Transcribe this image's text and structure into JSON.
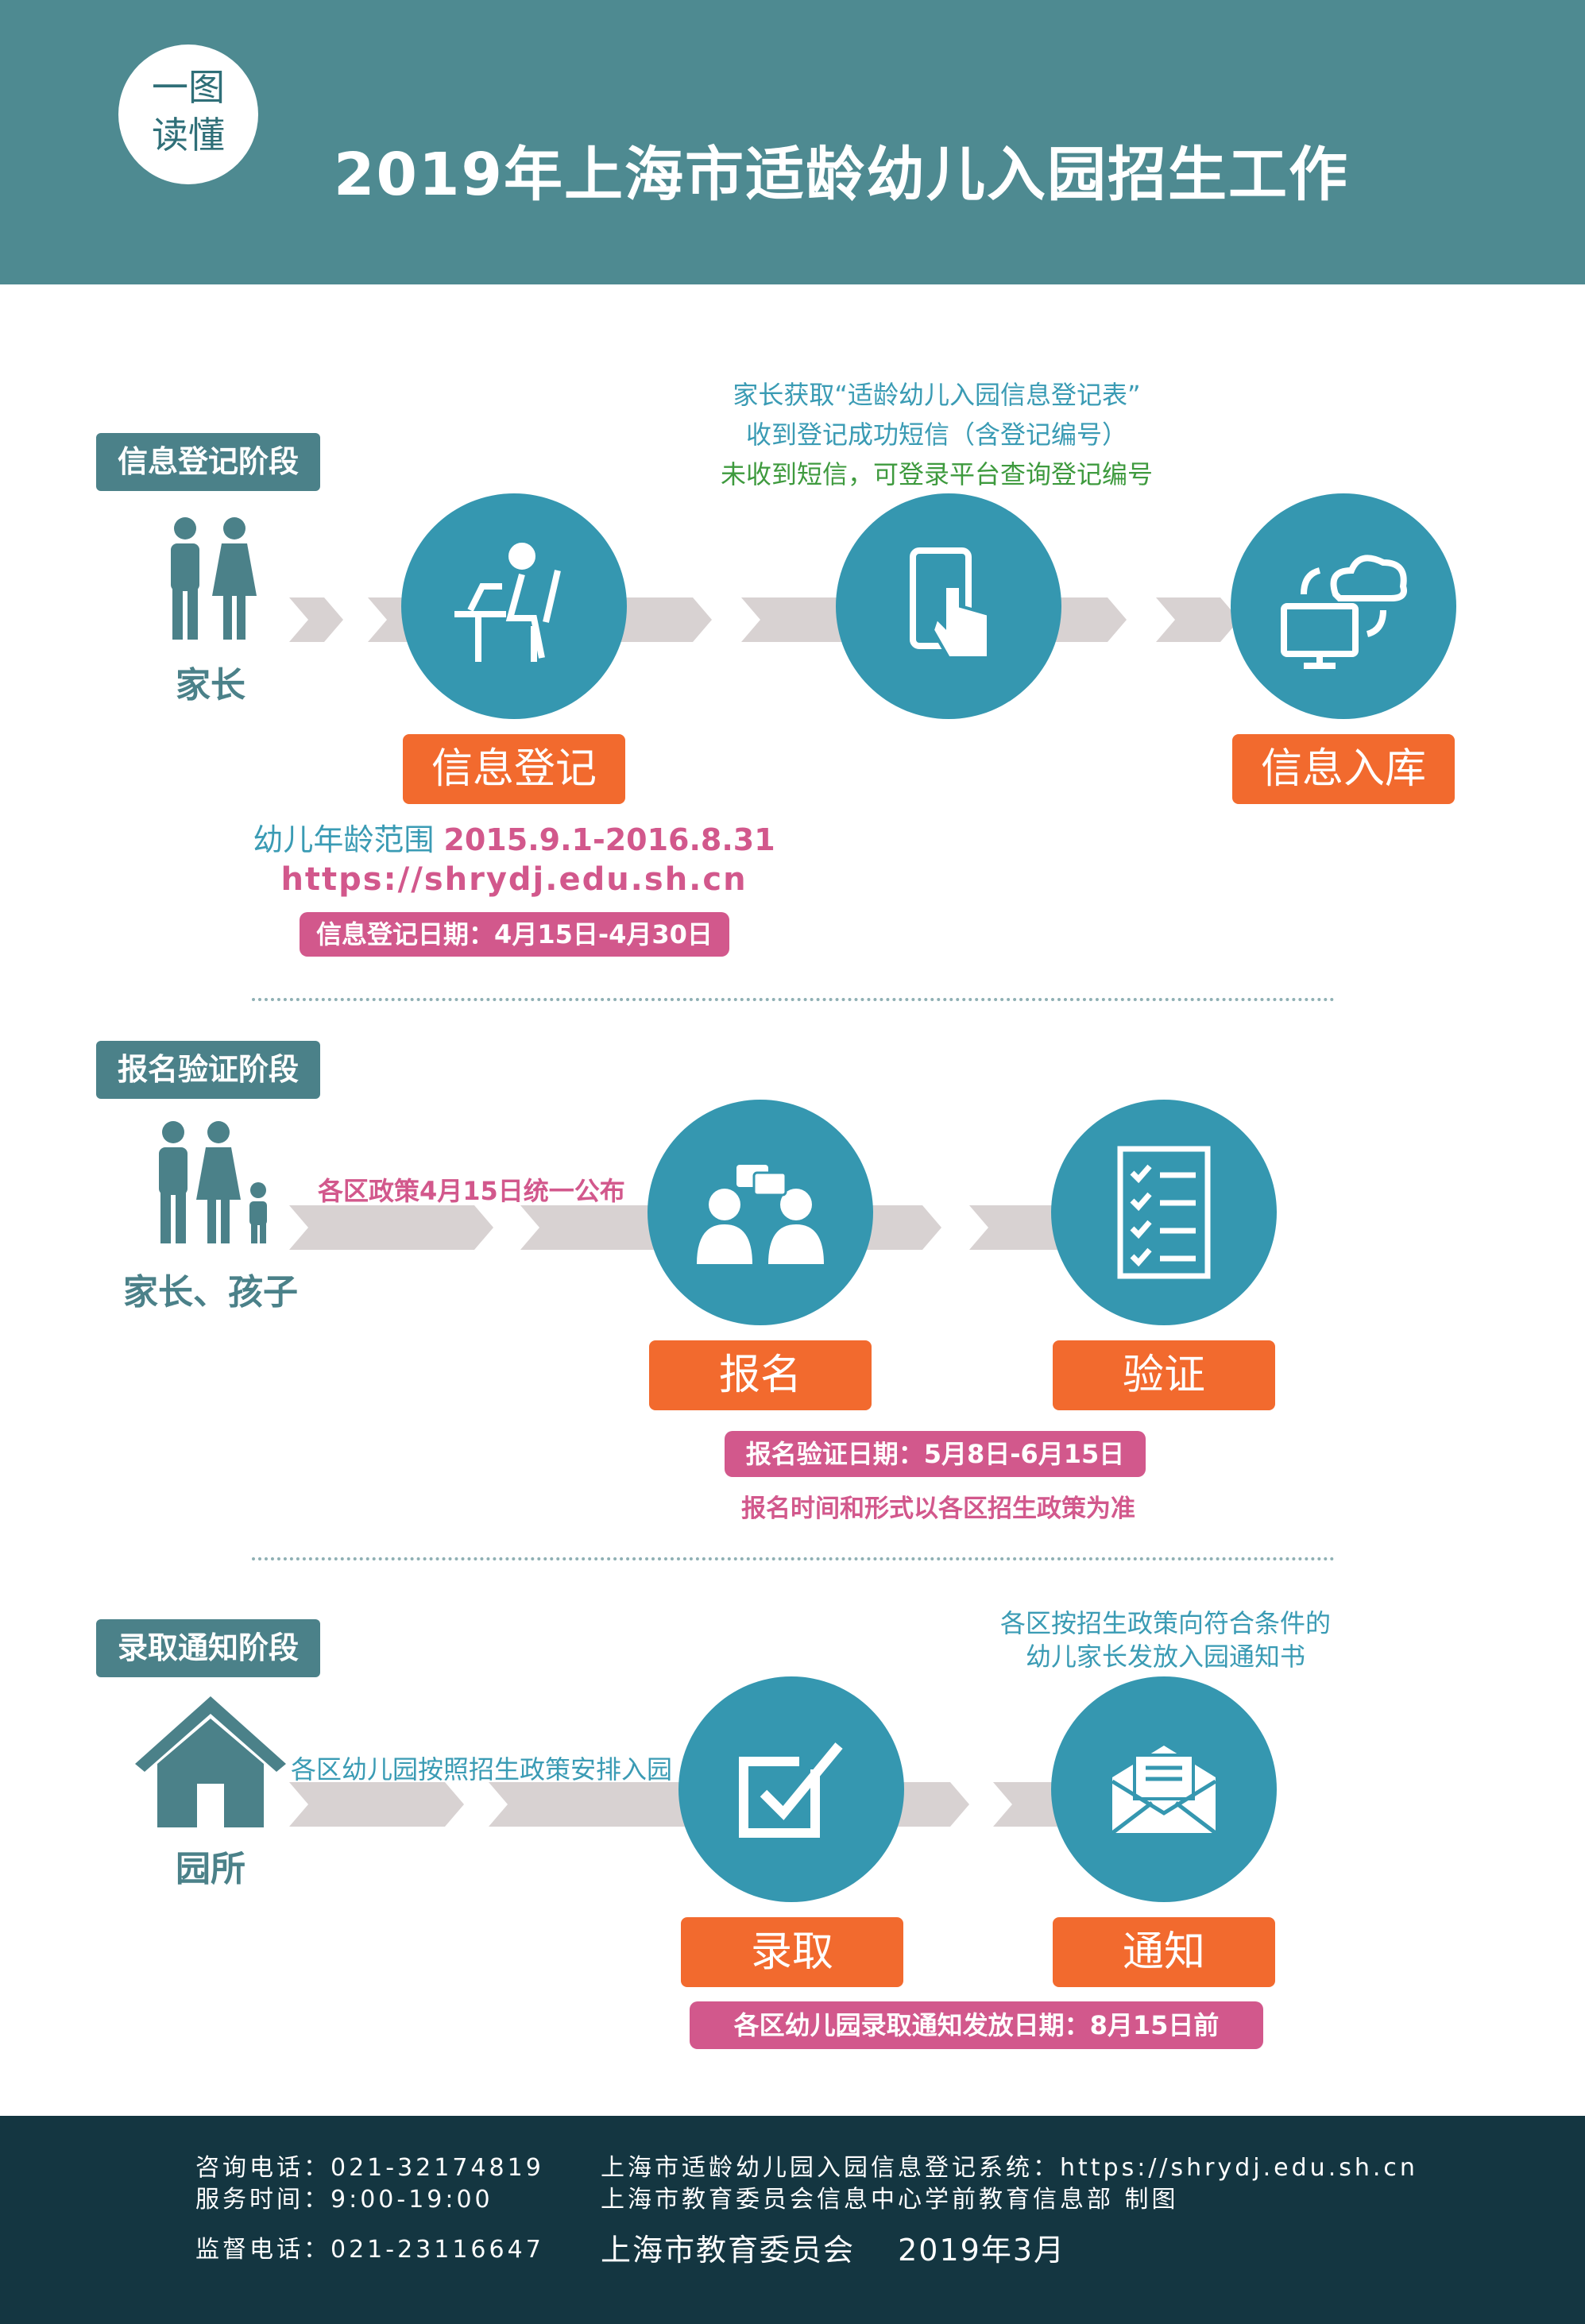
{
  "header": {
    "badge_line1": "一图",
    "badge_line2": "读懂",
    "title": "2019年上海市适龄幼儿入园招生工作"
  },
  "stage1": {
    "label": "信息登记阶段",
    "actor": "家长",
    "note_lines": [
      "家长获取“适龄幼儿入园信息登记表”",
      "收到登记成功短信（含登记编号）",
      "未收到短信，可登录平台查询登记编号"
    ],
    "step1": "信息登记",
    "step2": "信息入库",
    "age_label": "幼儿年龄范围",
    "age_range": "2015.9.1-2016.8.31",
    "url": "https://shrydj.edu.sh.cn",
    "date_pill": "信息登记日期：4月15日-4月30日"
  },
  "stage2": {
    "label": "报名验证阶段",
    "actor": "家长、孩子",
    "arrow_note": "各区政策4月15日统一公布",
    "step1": "报名",
    "step2": "验证",
    "date_pill": "报名验证日期：5月8日-6月15日",
    "note": "报名时间和形式以各区招生政策为准"
  },
  "stage3": {
    "label": "录取通知阶段",
    "actor": "园所",
    "arrow_note": "各区幼儿园按照招生政策安排入园",
    "note_lines": [
      "各区按招生政策向符合条件的",
      "幼儿家长发放入园通知书"
    ],
    "step1": "录取",
    "step2": "通知",
    "date_pill": "各区幼儿园录取通知发放日期：8月15日前"
  },
  "footer": {
    "hotline": "咨询电话：021-32174819",
    "hours": "服务时间：9:00-19:00",
    "supervise": "监督电话：021-23116647",
    "system": "上海市适龄幼儿园入园信息登记系统：https://shrydj.edu.sh.cn",
    "maker": "上海市教育委员会信息中心学前教育信息部 制图",
    "org": "上海市教育委员会",
    "date": "2019年3月"
  },
  "colors": {
    "header": "#4e8a91",
    "circle": "#3597b0",
    "orange": "#f26a2e",
    "pink": "#d2588c",
    "footer": "#143641"
  }
}
